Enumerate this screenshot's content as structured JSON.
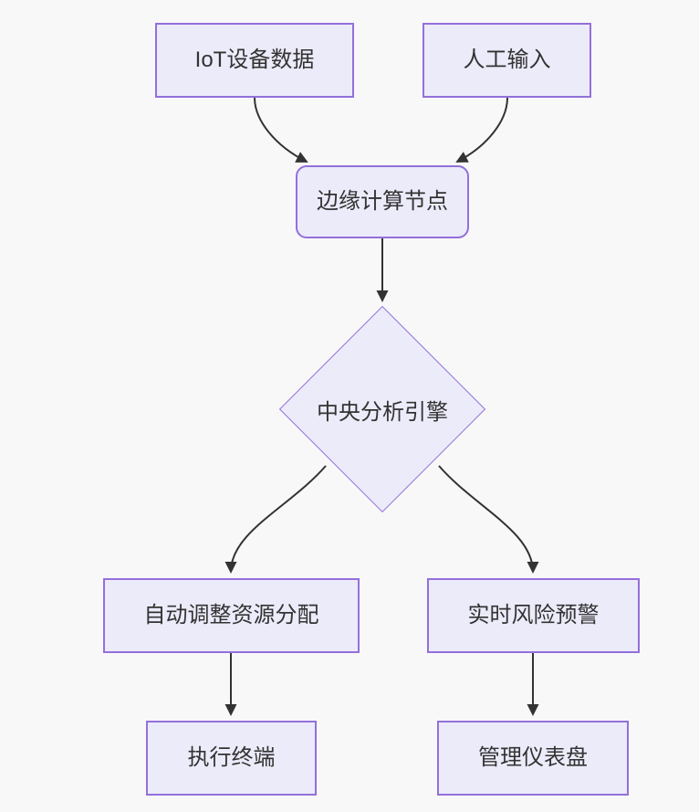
{
  "diagram": {
    "type": "flowchart",
    "direction": "top-down",
    "colors": {
      "background": "#F8F8F8",
      "node_fill": "#ECEBFA",
      "node_border": "#9370DB",
      "edge": "#333333",
      "text": "#333333"
    },
    "nodes": [
      {
        "id": "A",
        "label": "IoT设备数据",
        "shape": "rectangle"
      },
      {
        "id": "B",
        "label": "人工输入",
        "shape": "rectangle"
      },
      {
        "id": "C",
        "label": "边缘计算节点",
        "shape": "rounded-rectangle"
      },
      {
        "id": "D",
        "label": "中央分析引擎",
        "shape": "diamond"
      },
      {
        "id": "E",
        "label": "自动调整资源分配",
        "shape": "rectangle"
      },
      {
        "id": "F",
        "label": "实时风险预警",
        "shape": "rectangle"
      },
      {
        "id": "G",
        "label": "执行终端",
        "shape": "rectangle"
      },
      {
        "id": "H",
        "label": "管理仪表盘",
        "shape": "rectangle"
      }
    ],
    "edges": [
      {
        "from": "IoT设备数据",
        "to": "边缘计算节点"
      },
      {
        "from": "人工输入",
        "to": "边缘计算节点"
      },
      {
        "from": "边缘计算节点",
        "to": "中央分析引擎"
      },
      {
        "from": "中央分析引擎",
        "to": "自动调整资源分配"
      },
      {
        "from": "中央分析引擎",
        "to": "实时风险预警"
      },
      {
        "from": "自动调整资源分配",
        "to": "执行终端"
      },
      {
        "from": "实时风险预警",
        "to": "管理仪表盘"
      }
    ]
  }
}
